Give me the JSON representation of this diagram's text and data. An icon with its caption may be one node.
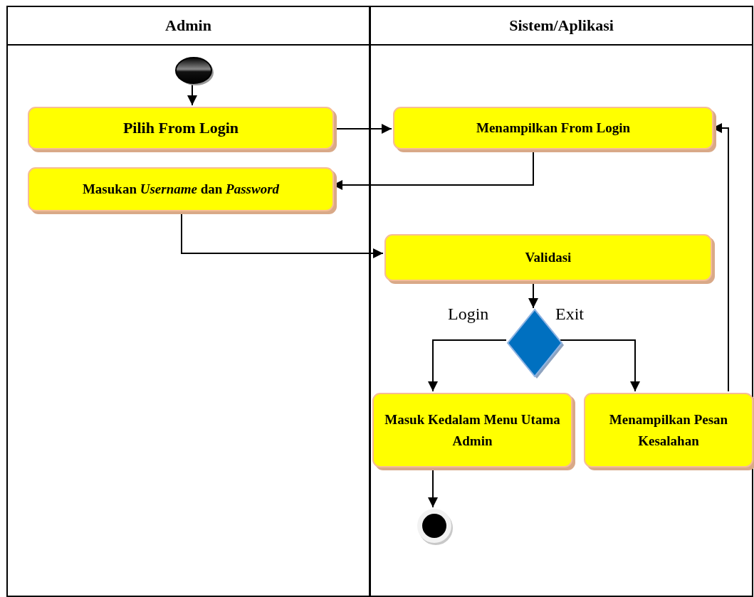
{
  "diagram": {
    "nodes": [
      {
        "text": [
          "Admin"
        ]
      },
      {
        "text": [
          "Sistem/Aplikasi"
        ]
      },
      {
        "text": [],
        "shape": "circle",
        "in": 0
      },
      {
        "text": [
          "Pilih From Login"
        ],
        "in": 0
      },
      {
        "text": [
          "Menampilkan From Login"
        ],
        "in": 1
      },
      {
        "text": [
          "Masukan *Username* dan *Password*"
        ],
        "in": 0
      },
      {
        "text": [
          "Validasi"
        ],
        "in": 1
      },
      {
        "text": [],
        "shape": "diamond",
        "in": 1
      },
      {
        "text": [
          "Masuk Kedalam Menu Utama Admin"
        ],
        "in": 1
      },
      {
        "text": [
          "Menampilkan Pesan Kesalahan"
        ],
        "in": 1
      },
      {
        "text": [],
        "shape": "circle",
        "in": 1
      }
    ],
    "edges": [
      {
        "from": 2,
        "to": 3,
        "arrow": "to"
      },
      {
        "from": 3,
        "to": 4,
        "arrow": "to"
      },
      {
        "from": 4,
        "to": 5,
        "arrow": "to"
      },
      {
        "from": 5,
        "to": 6,
        "arrow": "to"
      },
      {
        "from": 6,
        "to": 7,
        "arrow": "to"
      },
      {
        "from": 7,
        "to": 8,
        "arrow": "to",
        "label": "Login"
      },
      {
        "from": 7,
        "to": 9,
        "arrow": "to",
        "label": "Exit"
      },
      {
        "from": 9,
        "to": 4,
        "arrow": "to"
      },
      {
        "from": 8,
        "to": 10,
        "arrow": "to"
      }
    ]
  }
}
